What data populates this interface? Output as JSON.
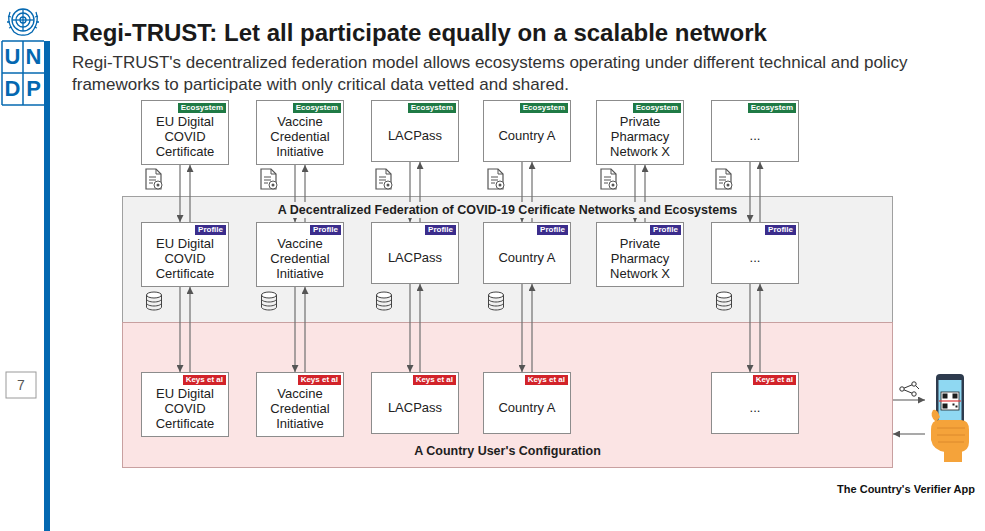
{
  "diagram": {
    "title": "Regi-TRUST: Let all participate equally on a scalable network",
    "nodes": [
      {
        "text": [
          "Ecosystem",
          "EU Digital COVID Certificate"
        ]
      },
      {
        "text": [
          "Ecosystem",
          "Vaccine Credential Initiative"
        ]
      },
      {
        "text": [
          "Ecosystem",
          "LACPass"
        ]
      },
      {
        "text": [
          "Ecosystem",
          "Country A"
        ]
      },
      {
        "text": [
          "Ecosystem",
          "Private Pharmacy Network X"
        ]
      },
      {
        "text": [
          "Ecosystem",
          "..."
        ]
      },
      {
        "text": [
          "A Decentralized Federation of COVID-19 Cerificate Networks and Ecosystems"
        ]
      },
      {
        "text": [
          "Profile",
          "EU Digital COVID Certificate"
        ],
        "in": 6
      },
      {
        "text": [
          "Profile",
          "Vaccine Credential Initiative"
        ],
        "in": 6
      },
      {
        "text": [
          "Profile",
          "LACPass"
        ],
        "in": 6
      },
      {
        "text": [
          "Profile",
          "Country A"
        ],
        "in": 6
      },
      {
        "text": [
          "Profile",
          "Private Pharmacy Network X"
        ],
        "in": 6
      },
      {
        "text": [
          "Profile",
          "..."
        ],
        "in": 6
      },
      {
        "text": [
          "A Country User's Configuration"
        ]
      },
      {
        "text": [
          "Keys et al",
          "EU Digital COVID Certificate"
        ],
        "in": 13
      },
      {
        "text": [
          "Keys et al",
          "Vaccine Credential Initiative"
        ],
        "in": 13
      },
      {
        "text": [
          "Keys et al",
          "LACPass"
        ],
        "in": 13
      },
      {
        "text": [
          "Keys et al",
          "Country A"
        ],
        "in": 13
      },
      {
        "text": [
          "Keys et al",
          "..."
        ],
        "in": 13
      },
      {
        "text": [
          "The Country's Verifier App"
        ]
      }
    ],
    "edges": [
      {
        "from": 0,
        "to": 7,
        "arrow": "to"
      },
      {
        "from": 7,
        "to": 0,
        "arrow": "to"
      },
      {
        "from": 1,
        "to": 8,
        "arrow": "to"
      },
      {
        "from": 8,
        "to": 1,
        "arrow": "to"
      },
      {
        "from": 2,
        "to": 9,
        "arrow": "to"
      },
      {
        "from": 9,
        "to": 2,
        "arrow": "to"
      },
      {
        "from": 3,
        "to": 10,
        "arrow": "to"
      },
      {
        "from": 10,
        "to": 3,
        "arrow": "to"
      },
      {
        "from": 4,
        "to": 11,
        "arrow": "to"
      },
      {
        "from": 11,
        "to": 4,
        "arrow": "to"
      },
      {
        "from": 5,
        "to": 12,
        "arrow": "to"
      },
      {
        "from": 12,
        "to": 5,
        "arrow": "to"
      },
      {
        "from": 7,
        "to": 14,
        "arrow": "to"
      },
      {
        "from": 14,
        "to": 7,
        "arrow": "to"
      },
      {
        "from": 8,
        "to": 15,
        "arrow": "to"
      },
      {
        "from": 15,
        "to": 8,
        "arrow": "to"
      },
      {
        "from": 9,
        "to": 16,
        "arrow": "to"
      },
      {
        "from": 16,
        "to": 9,
        "arrow": "to"
      },
      {
        "from": 10,
        "to": 17,
        "arrow": "to"
      },
      {
        "from": 17,
        "to": 10,
        "arrow": "to"
      },
      {
        "from": 12,
        "to": 18,
        "arrow": "to"
      },
      {
        "from": 18,
        "to": 12,
        "arrow": "to"
      },
      {
        "from": 13,
        "to": 19,
        "arrow": "to"
      },
      {
        "from": 19,
        "to": 13,
        "arrow": "to"
      }
    ],
    "labels": [
      "U",
      "N",
      "D",
      "P",
      "Regi-TRUST's decentralized federation model allows ecosystems operating under different technical and policy frameworks to participate with only critical data vetted and shared.",
      "7"
    ]
  }
}
